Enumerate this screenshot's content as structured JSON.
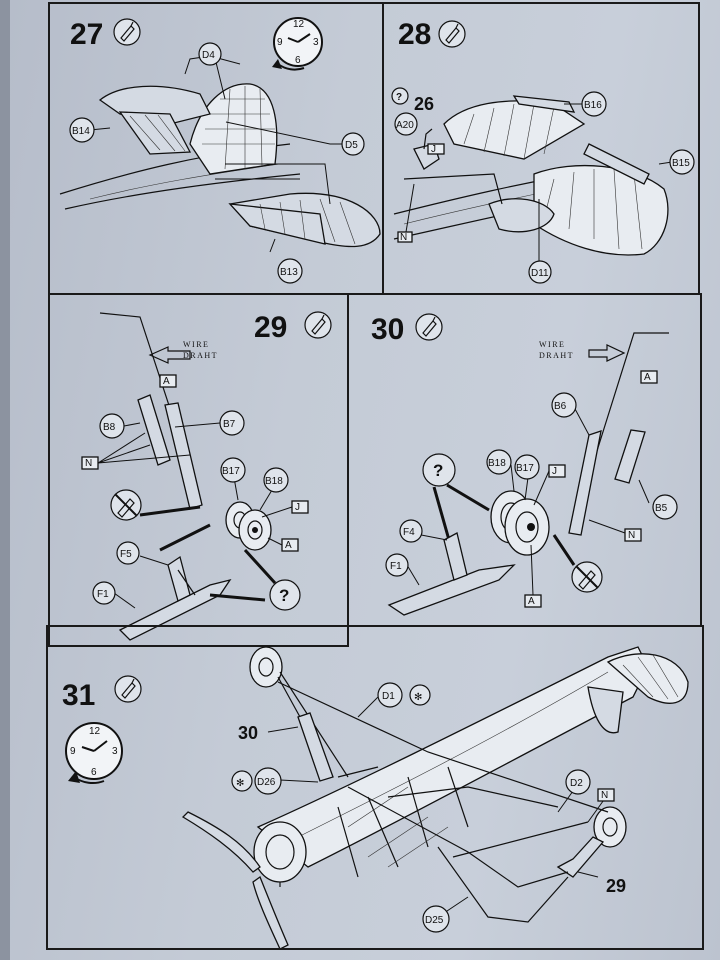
{
  "steps": [
    {
      "number": "27",
      "parts": [
        "D4",
        "B14",
        "D5",
        "B13"
      ]
    },
    {
      "number": "28",
      "parts": [
        "26",
        "A20",
        "B16",
        "B15",
        "D11"
      ]
    },
    {
      "number": "29",
      "parts": [
        "B8",
        "B7",
        "B17",
        "B18",
        "F5",
        "F1"
      ]
    },
    {
      "number": "30",
      "parts": [
        "B6",
        "B18",
        "B17",
        "F4",
        "F1",
        "B5"
      ]
    },
    {
      "number": "31",
      "parts": [
        "D1",
        "30",
        "D26",
        "D2",
        "29",
        "D25"
      ]
    }
  ],
  "wire_label": {
    "line1": "WIRE",
    "line2": "DRAHT"
  },
  "symbols": {
    "question": "?",
    "asterisk": "✻"
  },
  "clock_numbers": [
    "12",
    "3",
    "6",
    "9"
  ],
  "glue_tags": {
    "A": "A",
    "J": "J",
    "N": "N"
  },
  "icons": [
    "glue-tube-icon",
    "clock-icon",
    "no-glue-icon",
    "question-icon"
  ]
}
